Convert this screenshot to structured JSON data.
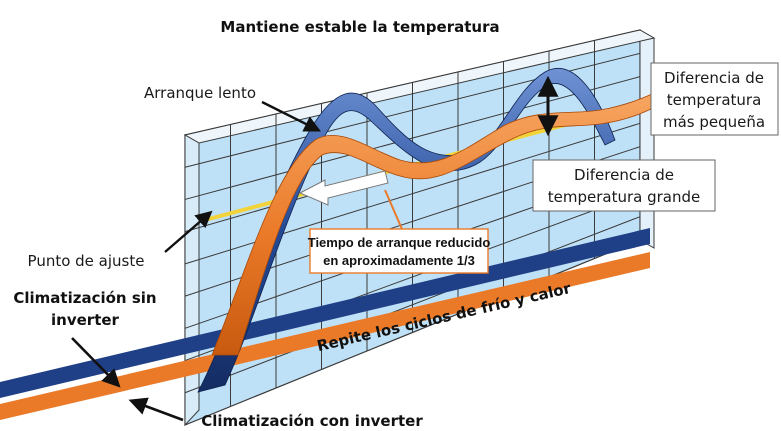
{
  "title": "Mantiene estable la temperatura",
  "labels": {
    "slow_start": "Arranque lento",
    "small_diff": [
      "Diferencia de",
      "temperatura",
      "más pequeña"
    ],
    "large_diff": [
      "Diferencia de",
      "temperatura grande"
    ],
    "setpoint": "Punto de ajuste",
    "reduced_start": [
      "Tiempo de arranque reducido",
      "en aproximadamente 1/3"
    ],
    "non_inverter": [
      "Climatización sin",
      "inverter"
    ],
    "inverter": "Climatización con inverter",
    "cycles": "Repite los ciclos de frío y calor"
  },
  "colors": {
    "grid_fill": "#bfe1f7",
    "grid_line": "#3a3a3a",
    "non_inverter": "#1f3f86",
    "inverter": "#ea7a28",
    "setpoint_line": "#f2d43a",
    "arrow_fill": "#ffffff"
  },
  "icons": {
    "reduced_start_arrow": "left-arrow-icon",
    "difference_arrow": "double-arrow-icon"
  }
}
